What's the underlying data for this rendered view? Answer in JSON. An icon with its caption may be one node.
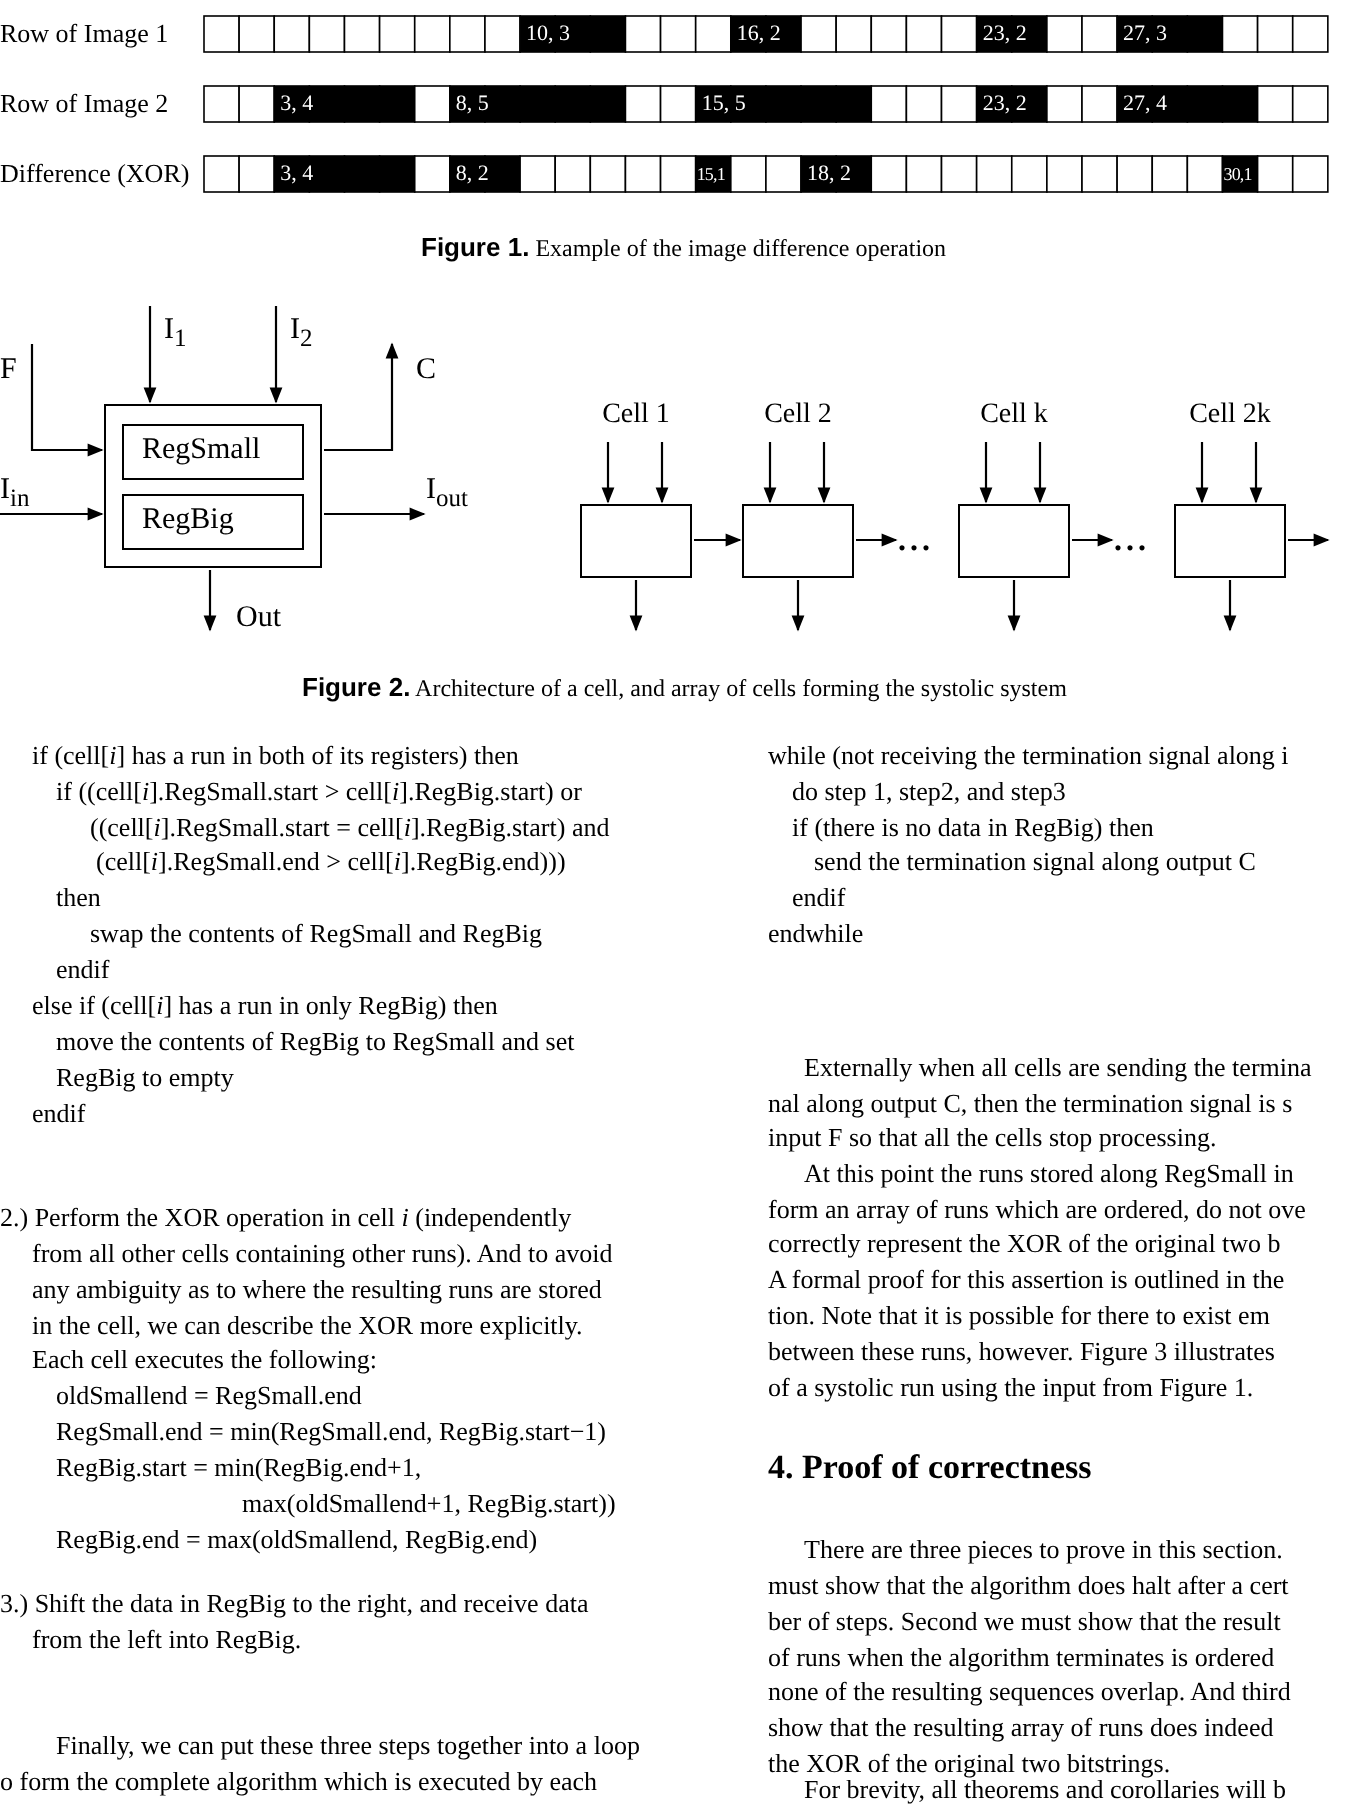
{
  "diagram": {
    "nodes": [
      {
        "text": [
          "I$_{1}$"
        ]
      },
      {
        "text": [
          "I$_{2}$"
        ]
      },
      {
        "text": [
          "F"
        ]
      },
      {
        "text": [
          "C"
        ]
      },
      {
        "text": [],
        "shape": "box"
      },
      {
        "text": [
          "RegSmall"
        ],
        "in": 4
      },
      {
        "text": [
          "RegBig"
        ],
        "in": 4
      },
      {
        "text": [
          "I$_{in}$"
        ]
      },
      {
        "text": [
          "I$_{out}$"
        ]
      },
      {
        "text": [
          "Out"
        ]
      },
      {
        "text": [
          "Cell 1"
        ]
      },
      {
        "text": [
          "Cell 2"
        ]
      },
      {
        "text": [
          "Cell k"
        ]
      },
      {
        "text": [
          "Cell 2k"
        ]
      },
      {
        "text": [
          "..."
        ]
      },
      {
        "text": [
          "..."
        ]
      }
    ],
    "edges": [
      {
        "from": 0,
        "to": 4,
        "arrow": "to"
      },
      {
        "from": 1,
        "to": 4,
        "arrow": "to"
      },
      {
        "from": 2,
        "to": 4,
        "arrow": "to"
      },
      {
        "from": 4,
        "to": 3,
        "arrow": "to"
      },
      {
        "from": 7,
        "to": 4,
        "arrow": "to"
      },
      {
        "from": 4,
        "to": 8,
        "arrow": "to"
      },
      {
        "from": 4,
        "to": 9,
        "arrow": "to"
      },
      {
        "from": null,
        "to": 10,
        "arrow": "to"
      },
      {
        "from": null,
        "to": 10,
        "arrow": "to"
      },
      {
        "from": null,
        "to": 11,
        "arrow": "to"
      },
      {
        "from": null,
        "to": 11,
        "arrow": "to"
      },
      {
        "from": null,
        "to": 12,
        "arrow": "to"
      },
      {
        "from": null,
        "to": 12,
        "arrow": "to"
      },
      {
        "from": null,
        "to": 13,
        "arrow": "to"
      },
      {
        "from": null,
        "to": 13,
        "arrow": "to"
      },
      {
        "from": 10,
        "to": 11,
        "arrow": "to"
      },
      {
        "from": 11,
        "to": 14,
        "arrow": "to"
      },
      {
        "from": 12,
        "to": 15,
        "arrow": "to"
      },
      {
        "from": 13,
        "to": null,
        "arrow": "to"
      },
      {
        "from": 10,
        "to": null,
        "arrow": "to"
      },
      {
        "from": 11,
        "to": null,
        "arrow": "to"
      },
      {
        "from": 12,
        "to": null,
        "arrow": "to"
      },
      {
        "from": 13,
        "to": null,
        "arrow": "to"
      }
    ],
    "labels": [
      "Row of Image 1",
      "10, 3",
      "16, 2",
      "23, 2",
      "27, 3",
      "Row of Image 2",
      "3, 4",
      "8, 5",
      "15, 5",
      "23, 2",
      "27, 4",
      "Difference (XOR)",
      "3, 4",
      "8, 2",
      "15,1",
      "18, 2",
      "30,1",
      "**Figure 1.** Example of the image difference operation",
      "**Figure 2.** Architecture of a cell, and array of cells forming the systolic system",
      "if (cell[*i*] has a run in both of its registers) then",
      "if ((cell[*i*].RegSmall.start > cell[*i*].RegBig.start) or",
      "((cell[*i*].RegSmall.start = cell[*i*].RegBig.start) and",
      "(cell[*i*].RegSmall.end > cell[*i*].RegBig.end)))",
      "then",
      "swap the contents of RegSmall and RegBig",
      "endif",
      "else if (cell[*i*] has a run in only RegBig) then",
      "move the contents of RegBig to RegSmall and set",
      "RegBig to empty",
      "endif",
      "2.) Perform the XOR operation in cell *i* (independently",
      "from all other cells containing other runs). And to avoid",
      "any ambiguity as to where the resulting runs are stored",
      "in the cell, we can describe the XOR more explicitly.",
      "Each cell executes the following:",
      "oldSmallend = RegSmall.end",
      "RegSmall.end = min(RegSmall.end, RegBig.start−1)",
      "RegBig.start = min(RegBig.end+1,",
      "max(oldSmallend+1, RegBig.start))",
      "RegBig.end = max(oldSmallend, RegBig.end)",
      "3.) Shift the data in RegBig to the right, and receive data",
      "from the left into RegBig.",
      "Finally, we can put these three steps together into a loop",
      "o form the complete algorithm which is executed by each",
      "while (not receiving the termination signal along i",
      "do step 1, step2, and step3",
      "if (there is no data in RegBig) then",
      "send the termination signal along output C",
      "endif",
      "endwhile",
      "Externally when all cells are sending the termina",
      "nal along output C, then the termination signal is s",
      "input F so that all the cells stop processing.",
      "At this point the runs stored along RegSmall in",
      "form an array of runs which are ordered, do not ove",
      "correctly represent the XOR of the original two b",
      "A formal proof for this assertion is outlined in the",
      "tion.  Note that it is possible for there to exist em",
      "between these runs, however.  Figure 3 illustrates",
      "of a systolic run using the input from Figure 1.",
      "4. Proof of correctness",
      "There are three pieces to prove in this section.",
      "must show that the algorithm does halt after a cert",
      "ber of steps. Second we must show that the result",
      "of runs when the algorithm terminates is ordered",
      "none of the resulting sequences overlap. And third",
      "show that the resulting array of runs does indeed",
      "the XOR of the original two bitstrings.",
      "For brevity, all theorems and corollaries will b"
    ]
  }
}
